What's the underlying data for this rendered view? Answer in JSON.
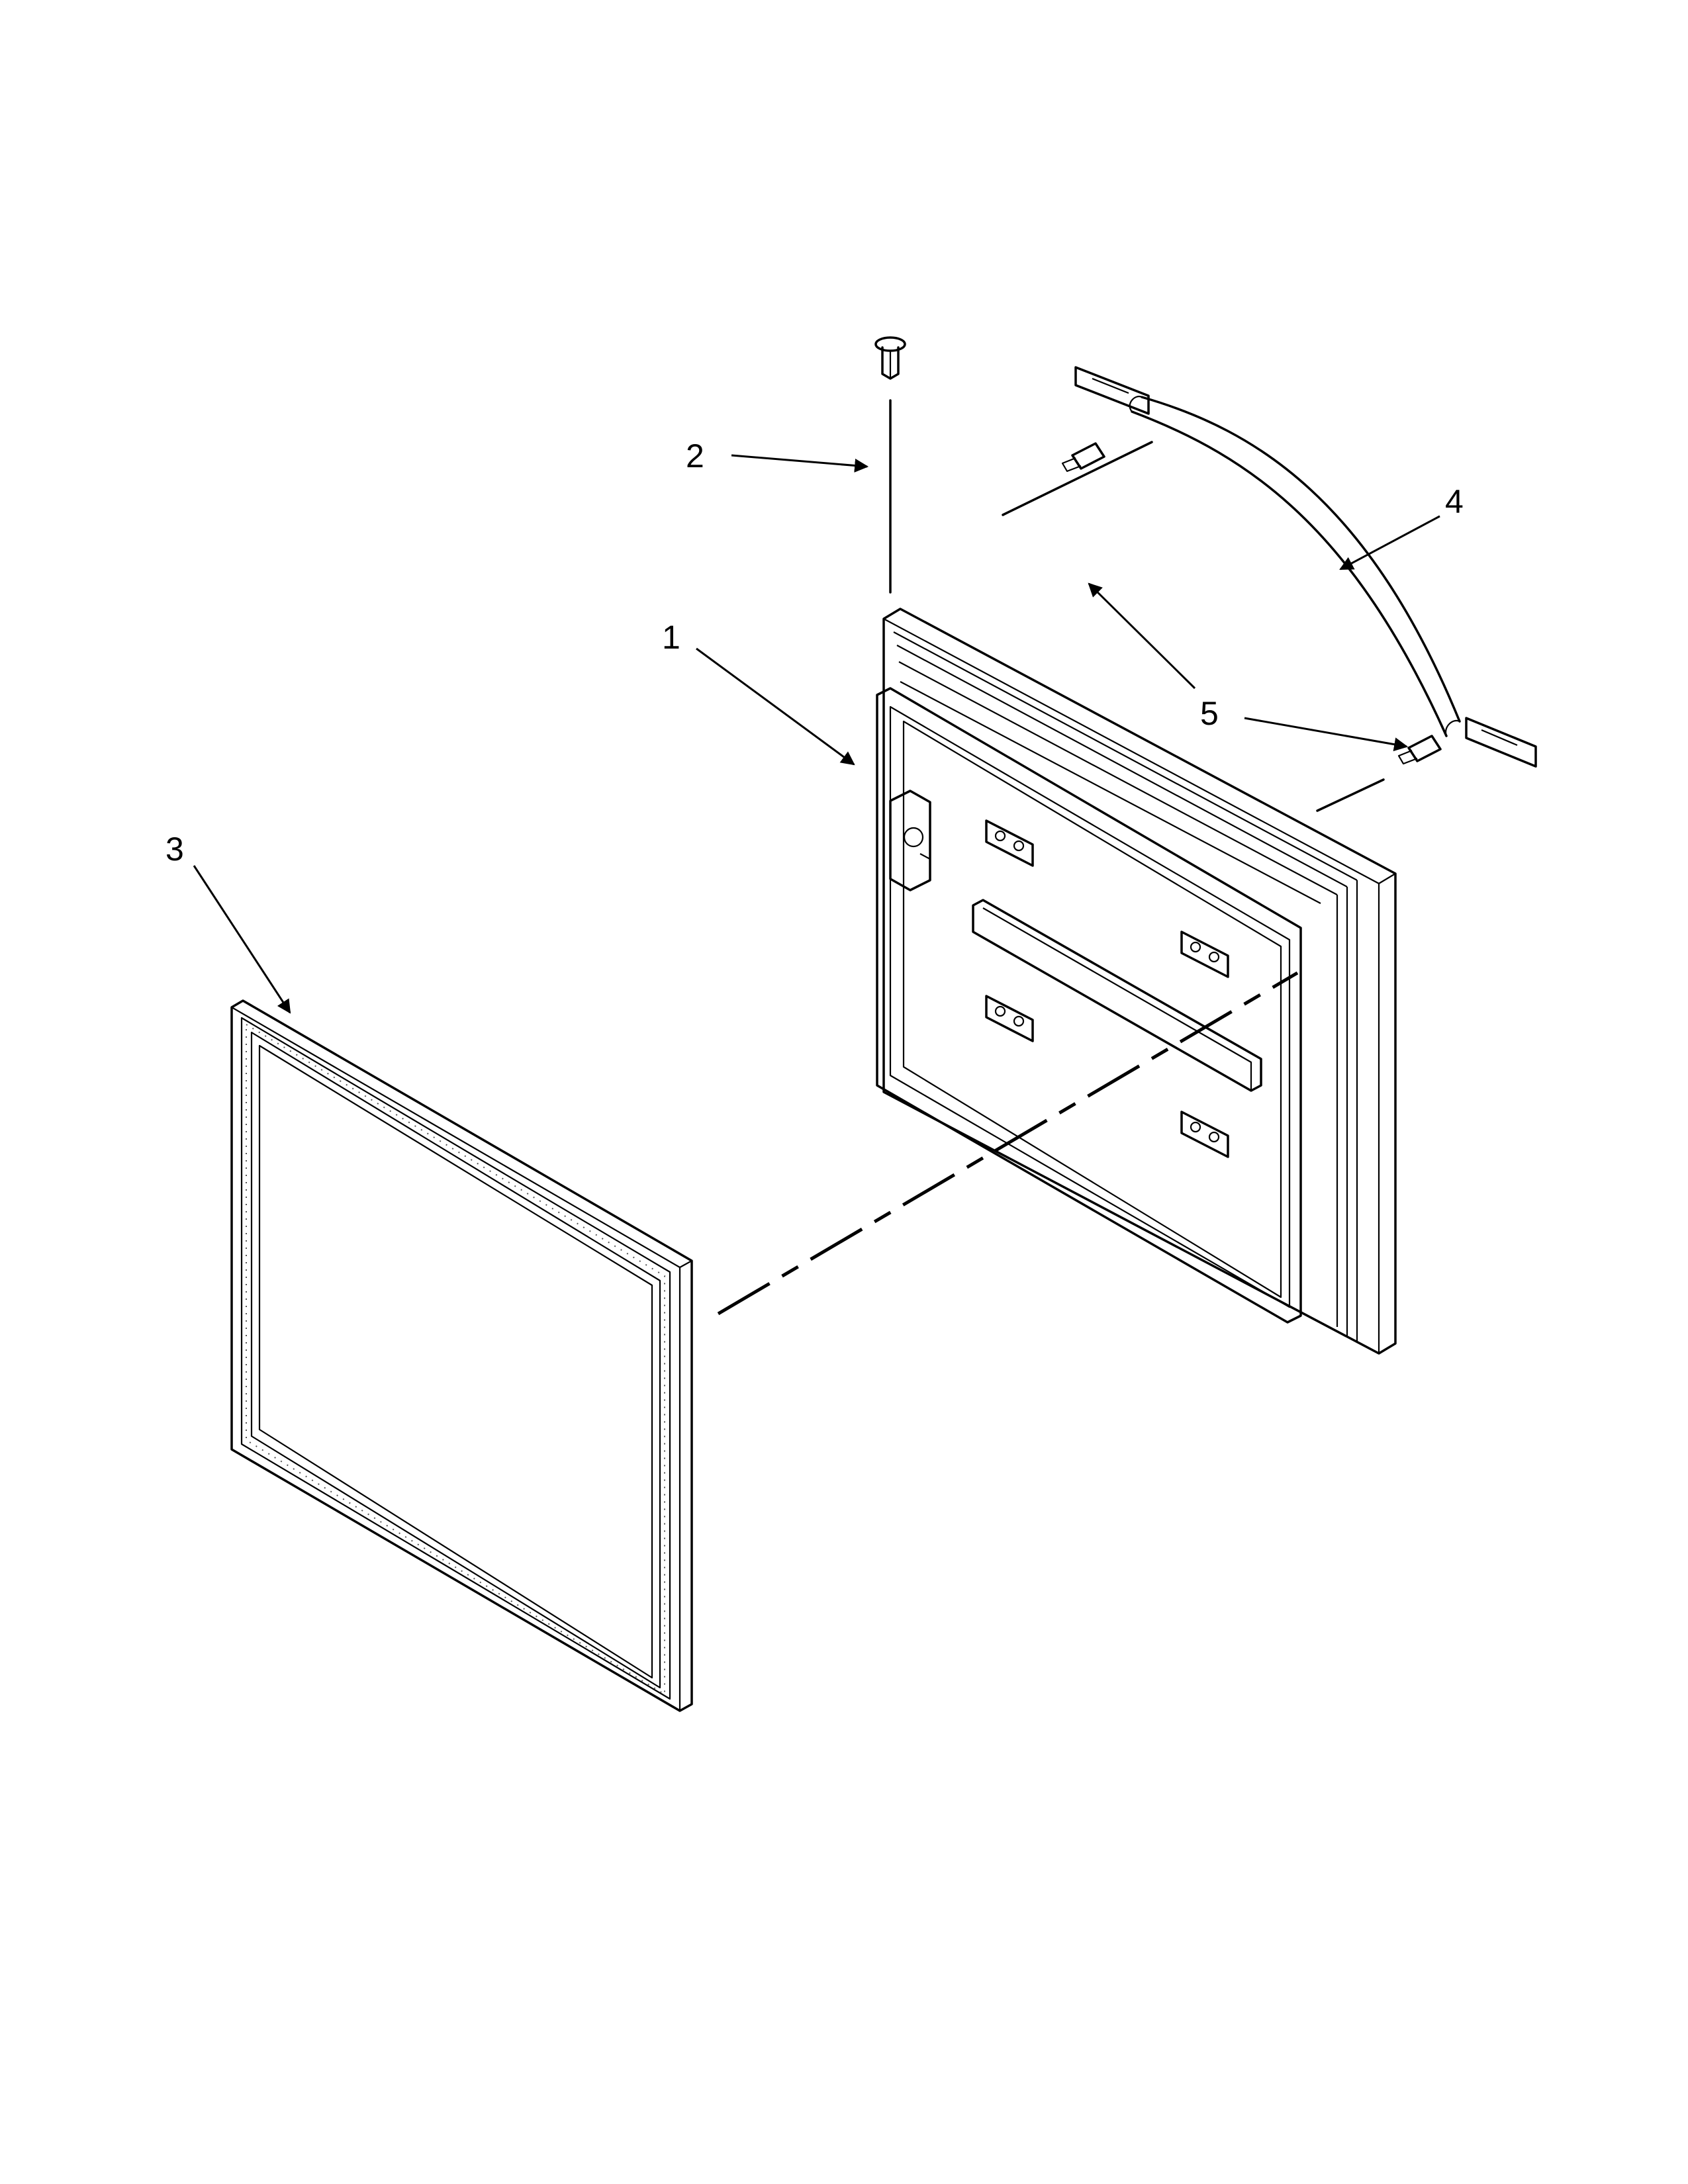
{
  "diagram": {
    "type": "exploded parts diagram",
    "callouts": [
      {
        "id": "1",
        "label": "1",
        "part": "door-panel"
      },
      {
        "id": "2",
        "label": "2",
        "part": "hinge-pin"
      },
      {
        "id": "3",
        "label": "3",
        "part": "door-gasket"
      },
      {
        "id": "4",
        "label": "4",
        "part": "door-handle"
      },
      {
        "id": "5",
        "label": "5",
        "part": "handle-screws"
      }
    ]
  }
}
